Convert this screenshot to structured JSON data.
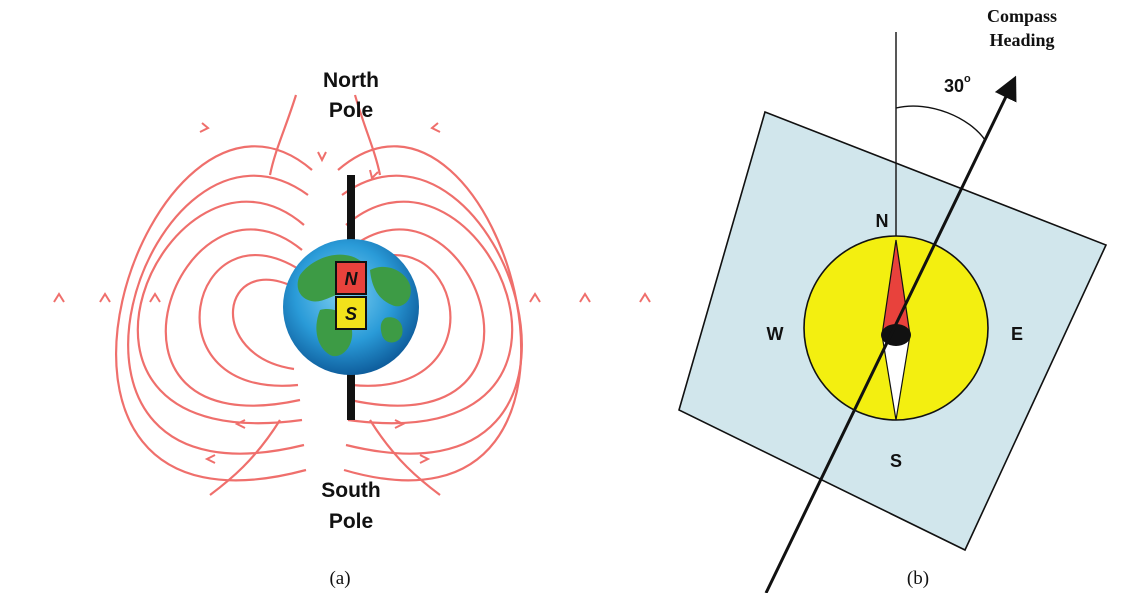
{
  "panel_a": {
    "north_label_1": "North",
    "north_label_2": "Pole",
    "south_label_1": "South",
    "south_label_2": "Pole",
    "magnet_north": "N",
    "magnet_south": "S",
    "caption": "(a)",
    "colors": {
      "field_lines": "#ef6f6c",
      "magnet_north": "#e8423c",
      "magnet_south": "#f2e21b",
      "ocean": "#1b86c9",
      "land": "#3d9b45"
    }
  },
  "panel_b": {
    "heading_label_1": "Compass",
    "heading_label_2": "Heading",
    "angle_label": "30",
    "angle_unit": "o",
    "dir_n": "N",
    "dir_s": "S",
    "dir_e": "E",
    "dir_w": "W",
    "caption": "(b)",
    "colors": {
      "card": "#d1e6ec",
      "dial": "#f3ef10",
      "needle_north": "#e8423c",
      "needle_south": "#ffffff"
    }
  }
}
